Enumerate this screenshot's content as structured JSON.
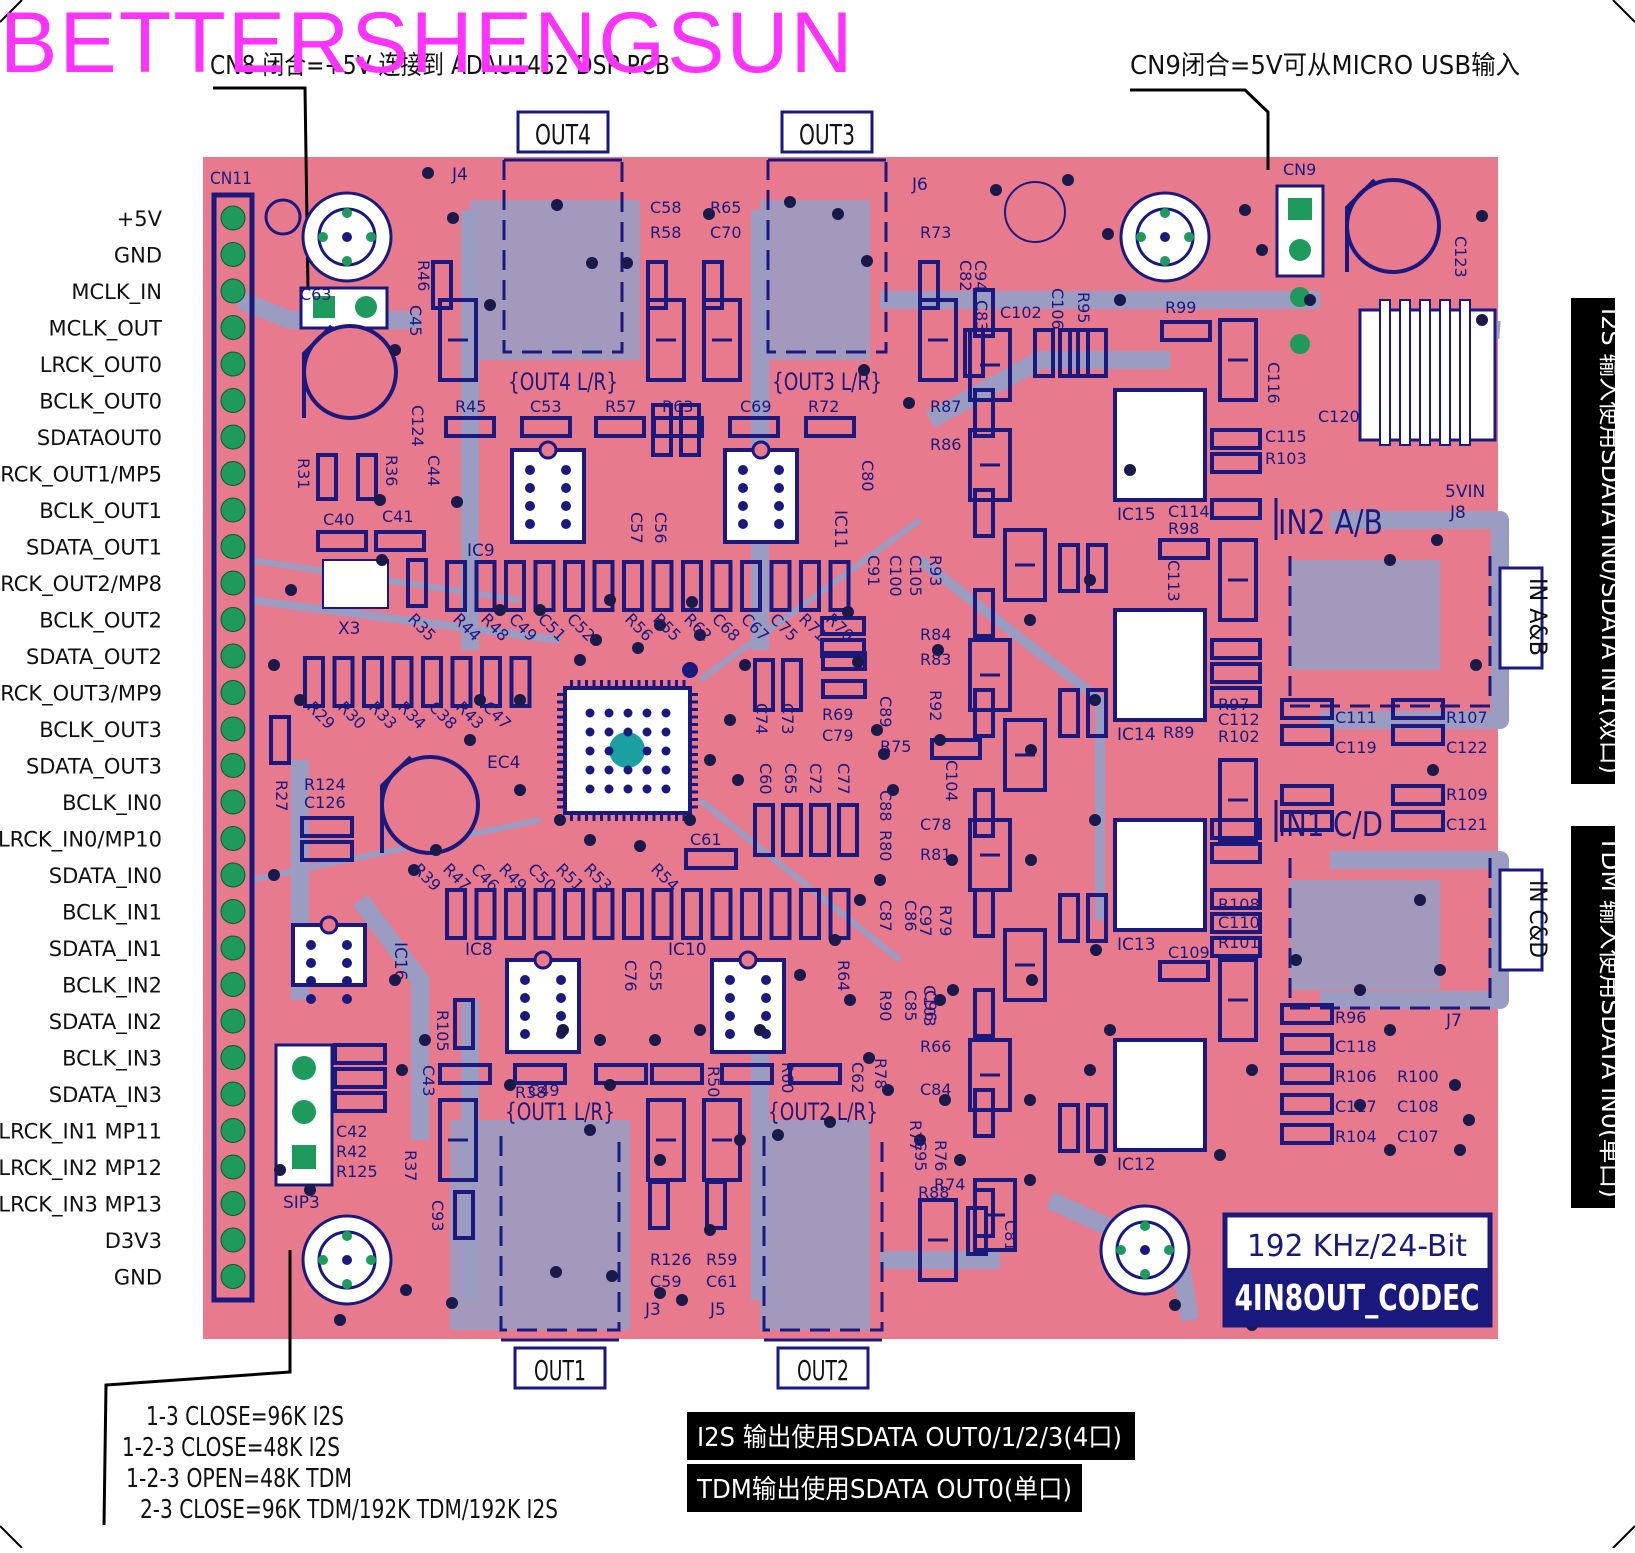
{
  "watermark": "BETTERSHENGSUN",
  "colors": {
    "board": "#e87a8e",
    "copper": "#9a9cc2",
    "silk": "#1a1a7e",
    "pad": "#1e9a5c",
    "label_bg": "#000000",
    "mark": "#ff33ff"
  },
  "notes": {
    "cn8": "CN8 闭合=+5V 连接到 ADAU1452 DSP PCB",
    "cn9": "CN9闭合=5V可从MICRO USB输入",
    "i2s_in": "I2S 输入使用SDATA IN0/SDATA IN1(双口)",
    "tdm_in": "TDM 输入使用SDATA IN0(单口)",
    "i2s_out": "I2S 输出使用SDATA OUT0/1/2/3(4口)",
    "tdm_out": "TDM输出使用SDATA OUT0(单口)",
    "jumper": [
      "1-3 CLOSE=96K I2S",
      "1-2-3 CLOSE=48K I2S",
      "1-2-3  OPEN=48K TDM",
      "2-3 CLOSE=96K TDM/192K TDM/192K I2S"
    ]
  },
  "header": {
    "label": "CN11",
    "pins": [
      "+5V",
      "GND",
      "MCLK_IN",
      "MCLK_OUT",
      "LRCK_OUT0",
      "BCLK_OUT0",
      "SDATAOUT0",
      "LRCK_OUT1/MP5",
      "BCLK_OUT1",
      "SDATA_OUT1",
      "LRCK_OUT2/MP8",
      "BCLK_OUT2",
      "SDATA_OUT2",
      "LRCK_OUT3/MP9",
      "BCLK_OUT3",
      "SDATA_OUT3",
      "BCLK_IN0",
      "LRCK_IN0/MP10",
      "SDATA_IN0",
      "BCLK_IN1",
      "SDATA_IN1",
      "BCLK_IN2",
      "SDATA_IN2",
      "BCLK_IN3",
      "SDATA_IN3",
      "LRCK_IN1    MP11",
      "LRCK_IN2    MP12",
      "LRCK_IN3    MP13",
      "D3V3",
      "GND"
    ]
  },
  "connectors": {
    "out4": "OUT4",
    "out3": "OUT3",
    "out1": "OUT1",
    "out2": "OUT2",
    "out4_lr": "{OUT4 L/R}",
    "out3_lr": "{OUT3 L/R}",
    "out1_lr": "{OUT1 L/R}",
    "out2_lr": "{OUT2 L/R}",
    "in_ab": "IN A&B",
    "in_cd": "IN C&D",
    "in2": "IN2 A/B",
    "in1": "IN1 C/D",
    "vin": "5VIN",
    "j8": "J8",
    "j7": "J7",
    "j4": "J4",
    "j6": "J6",
    "j3": "J3",
    "j5": "J5",
    "cn9": "CN9",
    "sip3": "SIP3",
    "x3": "X3",
    "ec4": "EC4"
  },
  "ics": [
    "IC9",
    "IC11",
    "IC15",
    "IC14",
    "IC13",
    "IC12",
    "IC8",
    "IC10",
    "IC16"
  ],
  "badge": {
    "line1": "192 KHz/24-Bit",
    "line2": "4IN8OUT_CODEC"
  },
  "refs": [
    "C58",
    "R65",
    "R58",
    "C70",
    "R73",
    "C94",
    "C82",
    "R46",
    "C45",
    "R45",
    "C53",
    "R57",
    "R63",
    "C69",
    "R72",
    "R87",
    "R86",
    "C83",
    "C102",
    "C106",
    "R95",
    "R99",
    "C116",
    "C120",
    "C115",
    "R103",
    "C114",
    "R98",
    "C113",
    "C123",
    "C124",
    "C44",
    "R31",
    "R36",
    "C40",
    "C41",
    "R35",
    "R44",
    "R48",
    "C49",
    "C51",
    "C52",
    "R56",
    "R55",
    "R62",
    "C68",
    "C67",
    "C75",
    "R71",
    "R70",
    "C57",
    "C56",
    "C80",
    "C91",
    "C100",
    "C105",
    "R93",
    "R84",
    "R83",
    "R69",
    "C79",
    "C74",
    "C73",
    "R75",
    "C88",
    "C89",
    "R92",
    "C104",
    "R29",
    "R30",
    "R33",
    "R34",
    "C38",
    "R43",
    "C47",
    "R27",
    "R124",
    "C126",
    "R39",
    "R47",
    "C46",
    "R49",
    "C50",
    "R51",
    "R53",
    "R54",
    "C61",
    "C60",
    "C65",
    "C72",
    "C77",
    "C78",
    "R81",
    "R80",
    "C87",
    "C86",
    "C97",
    "R79",
    "R90",
    "C85",
    "C96",
    "C103",
    "R89",
    "R97",
    "C112",
    "R102",
    "C111",
    "C119",
    "R107",
    "C122",
    "R109",
    "C121",
    "R108",
    "C110",
    "R101",
    "C109",
    "R96",
    "C118",
    "R106",
    "R100",
    "C117",
    "C108",
    "R104",
    "C107",
    "R105",
    "C43",
    "R38",
    "C49",
    "R50",
    "R60",
    "C62",
    "R66",
    "R78",
    "C84",
    "R77",
    "C95",
    "R76",
    "R88",
    "C81",
    "R74",
    "C93",
    "R37",
    "C42",
    "R42",
    "R125",
    "R126",
    "C59",
    "R59",
    "C61",
    "R64",
    "C76",
    "C55",
    "C63"
  ]
}
